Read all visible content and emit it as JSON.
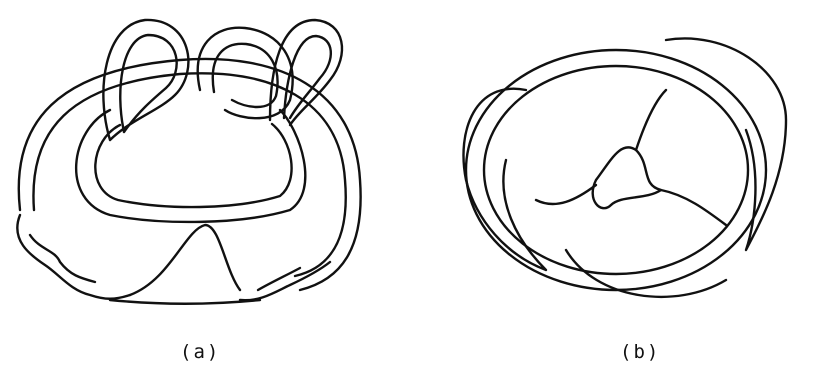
{
  "figure": {
    "panels": [
      {
        "id": "a",
        "caption": "(a)"
      },
      {
        "id": "b",
        "caption": "(b)"
      }
    ],
    "stroke_color": "#111111",
    "background_color": "#ffffff"
  }
}
